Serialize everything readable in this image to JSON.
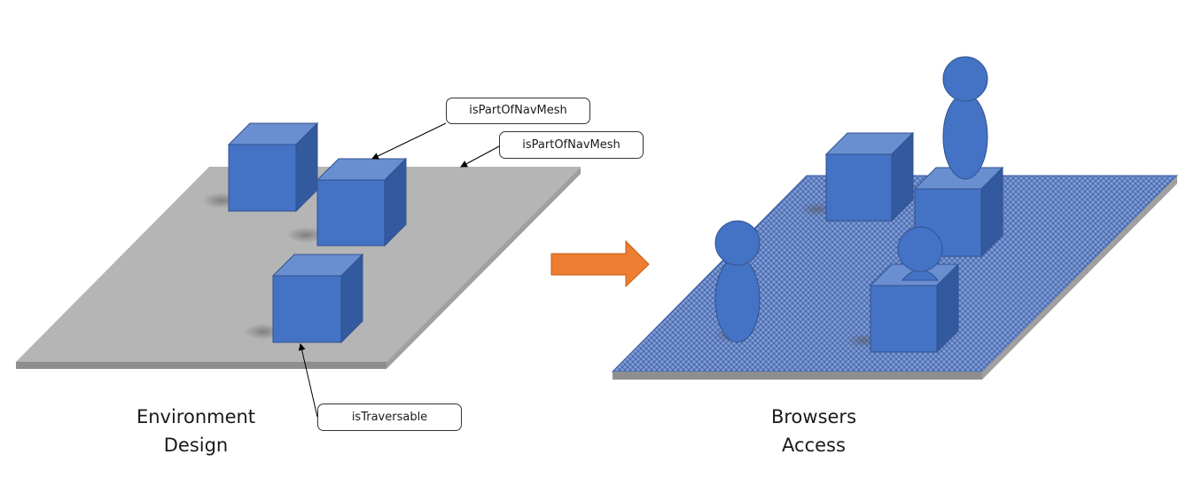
{
  "left_panel": {
    "caption": "Environment\nDesign",
    "callouts": [
      {
        "text": "isPartOfNavMesh"
      },
      {
        "text": "isPartOfNavMesh"
      },
      {
        "text": "isTraversable"
      }
    ]
  },
  "right_panel": {
    "caption": "Browsers\nAccess"
  },
  "colors": {
    "cube_front": "#4472c4",
    "cube_top": "#6a8fd0",
    "cube_side": "#335a9e",
    "plane_gray": "#b5b5b5",
    "arrow_orange": "#ed7d31"
  }
}
